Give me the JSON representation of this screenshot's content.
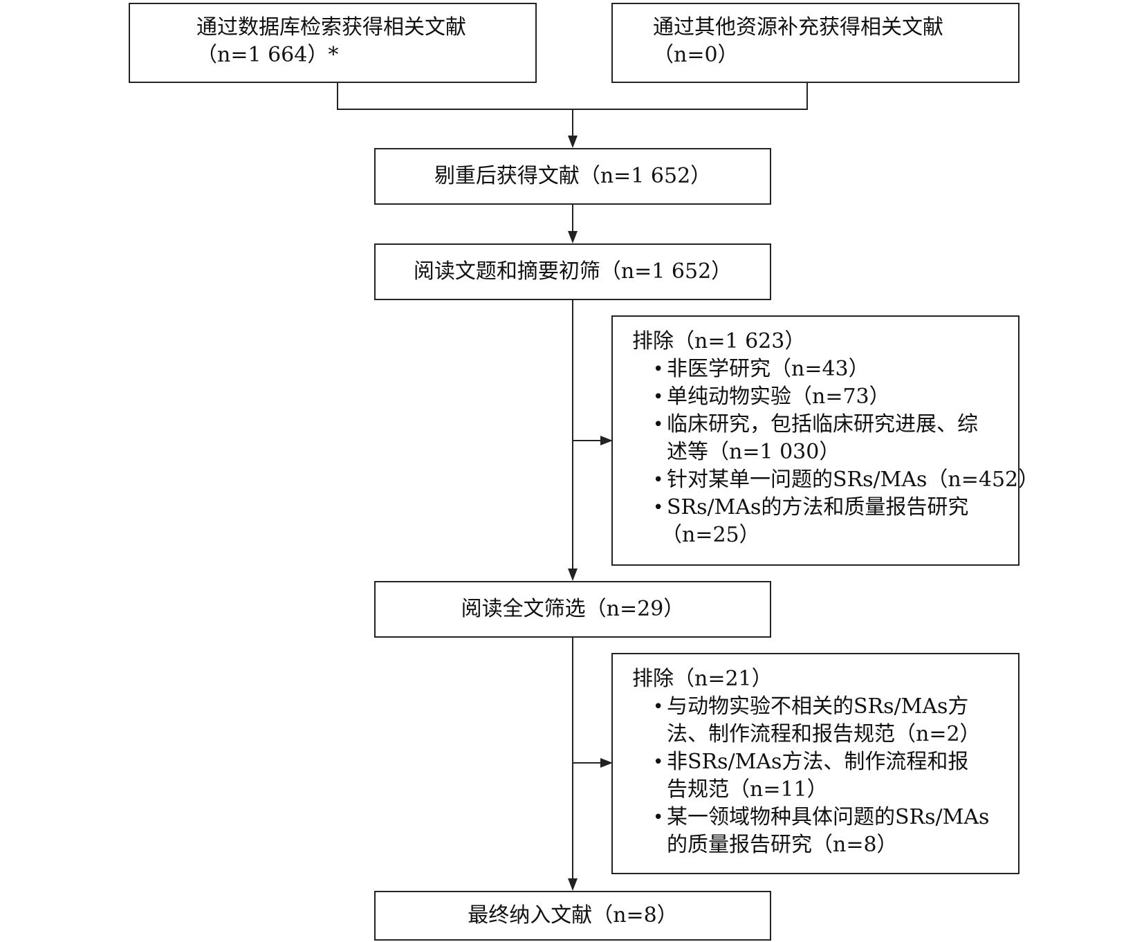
{
  "top_left": {
    "line1": "通过数据库检索获得相关文献",
    "line2": "（n=1 664）*"
  },
  "top_right": {
    "line1": "通过其他资源补充获得相关文献",
    "line2": "（n=0）"
  },
  "dedup": {
    "text": "剔重后获得文献（n=1 652）"
  },
  "title_abstract": {
    "text": "阅读文题和摘要初筛（n=1 652）"
  },
  "exclude1": {
    "title": "排除（n=1 623）",
    "items": [
      {
        "lines": [
          "非医学研究（n=43）"
        ]
      },
      {
        "lines": [
          "单纯动物实验（n=73）"
        ]
      },
      {
        "lines": [
          "临床研究，包括临床研究进展、综",
          "述等（n=1 030）"
        ]
      },
      {
        "lines": [
          "针对某单一问题的SRs/MAs（n=452）"
        ]
      },
      {
        "lines": [
          "SRs/MAs的方法和质量报告研究",
          "（n=25）"
        ]
      }
    ]
  },
  "fulltext": {
    "text": "阅读全文筛选（n=29）"
  },
  "exclude2": {
    "title": "排除（n=21）",
    "items": [
      {
        "lines": [
          "与动物实验不相关的SRs/MAs方",
          "法、制作流程和报告规范（n=2）"
        ]
      },
      {
        "lines": [
          "非SRs/MAs方法、制作流程和报",
          "告规范（n=11）"
        ]
      },
      {
        "lines": [
          "某一领域物种具体问题的SRs/MAs",
          "的质量报告研究（n=8）"
        ]
      }
    ]
  },
  "final": {
    "text": "最终纳入文献（n=8）"
  },
  "bullet_char": "•"
}
